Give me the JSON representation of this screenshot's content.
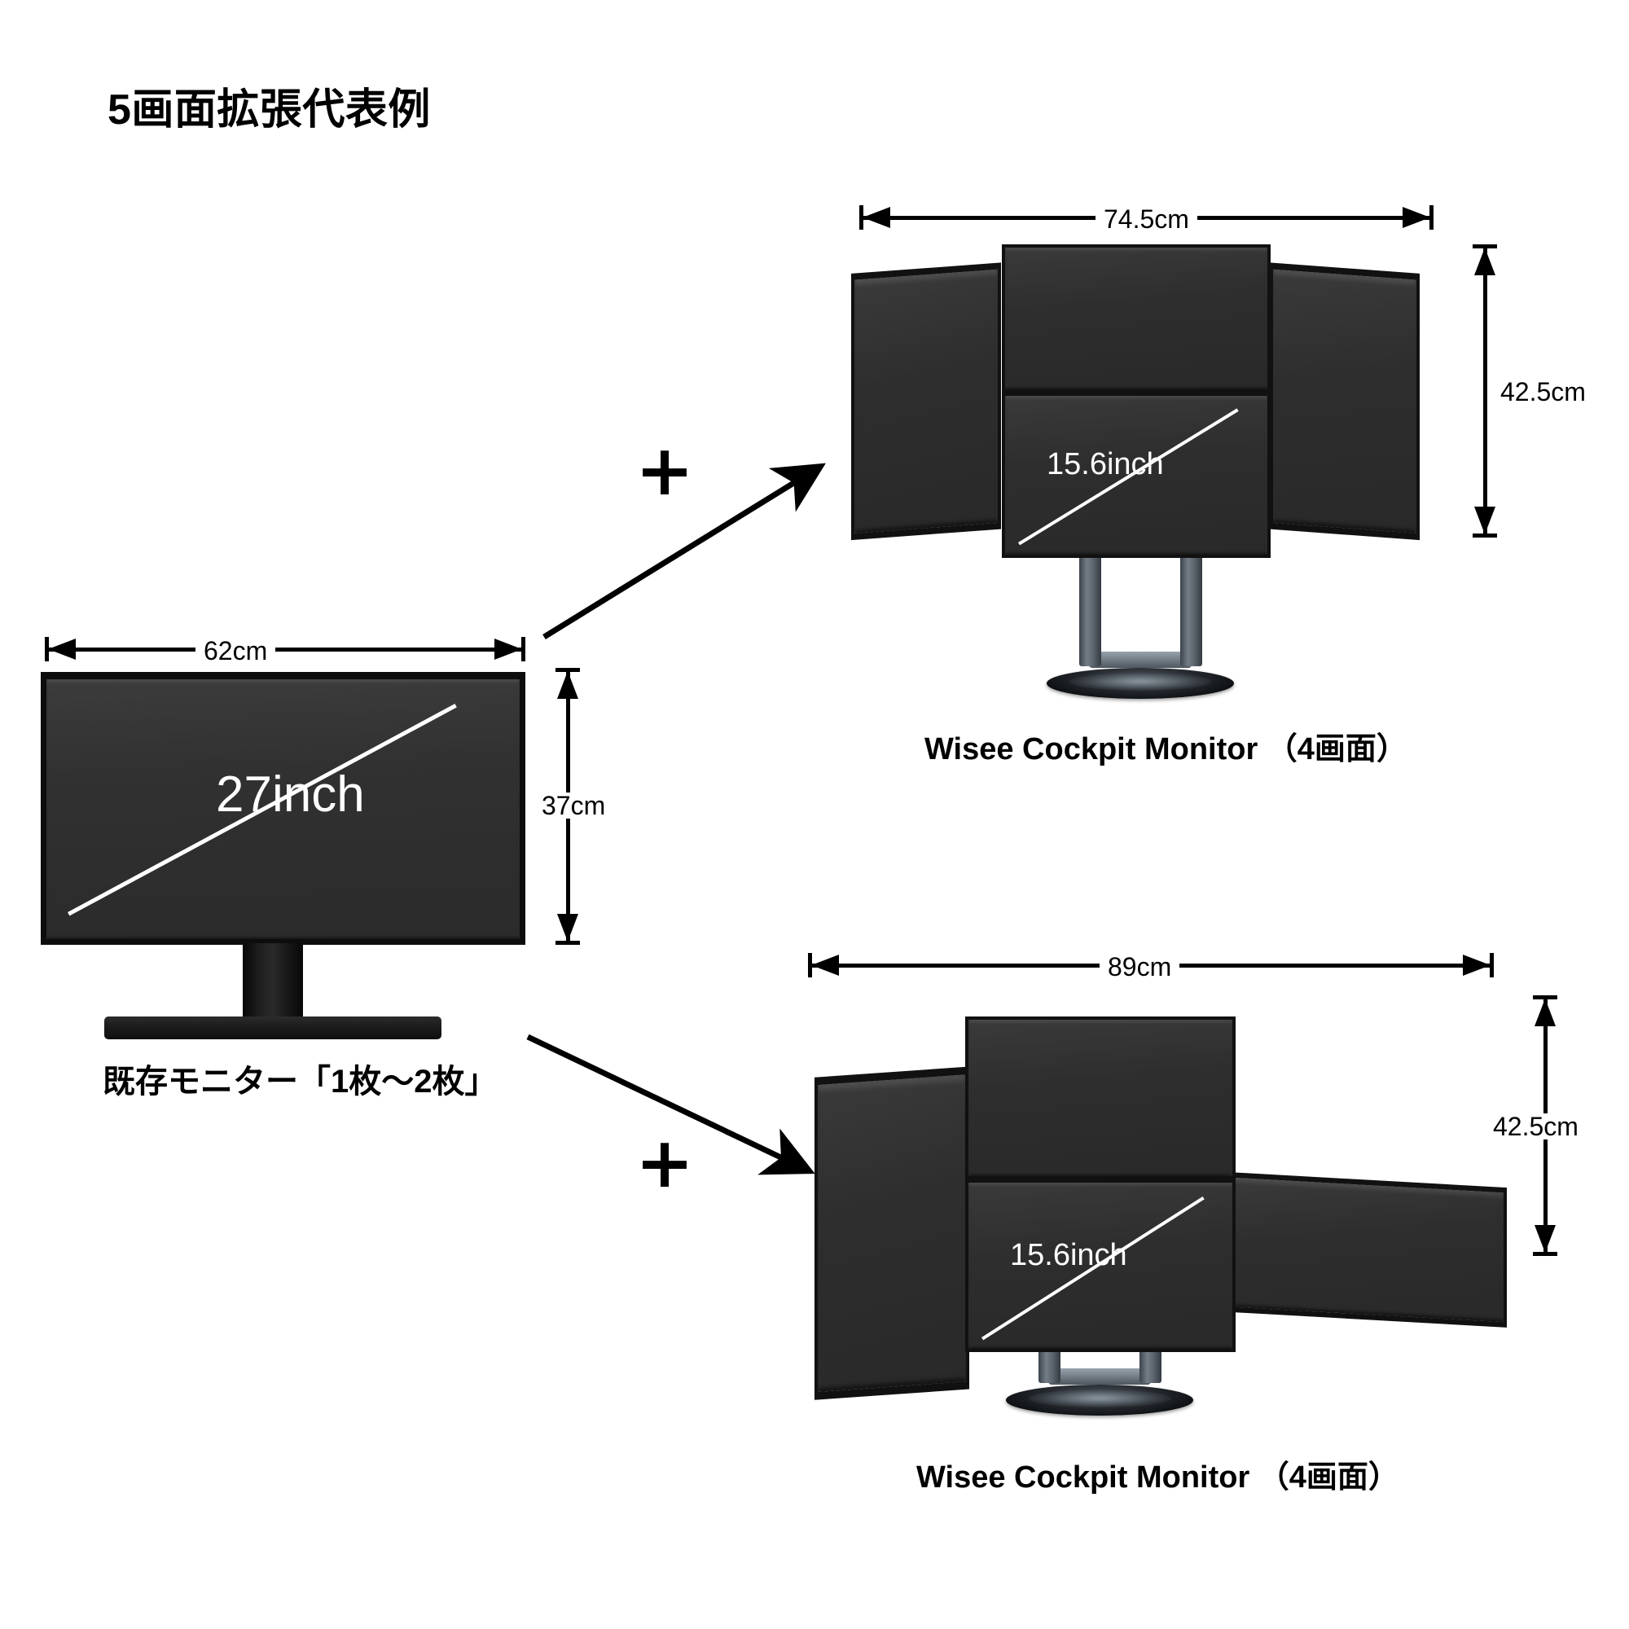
{
  "page": {
    "title": "5画面拡張代表例",
    "background_color": "#ffffff",
    "text_color": "#000000"
  },
  "existing_monitor": {
    "caption": "既存モニター「1枚〜2枚」",
    "width_label": "62cm",
    "height_label": "37cm",
    "diagonal_label": "27inch",
    "screen_color": "#2e2e2e",
    "bezel_color": "#0d0d0d"
  },
  "plus_symbols": {
    "top": "+",
    "bottom": "+"
  },
  "cockpit_top": {
    "caption": "Wisee Cockpit Monitor （4画面）",
    "width_label": "74.5cm",
    "height_label": "42.5cm",
    "diagonal_label": "15.6inch",
    "panel_count": 4,
    "layout": "center-stacked-with-two-portrait-wings",
    "screen_color": "#333333",
    "stand_color": "#4a5159"
  },
  "cockpit_bottom": {
    "caption": "Wisee Cockpit Monitor （4画面）",
    "width_label": "89cm",
    "height_label": "42.5cm",
    "diagonal_label": "15.6inch",
    "panel_count": 4,
    "layout": "center-stacked-left-portrait-right-landscape",
    "screen_color": "#333333",
    "stand_color": "#4a5159"
  },
  "connectors": {
    "arrow_up_right": "arrow-up-right",
    "arrow_down_right": "arrow-down-right"
  }
}
